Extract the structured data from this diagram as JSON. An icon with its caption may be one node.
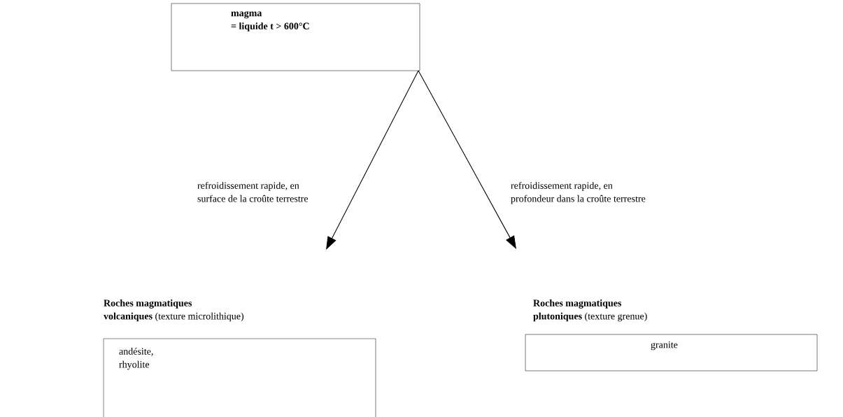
{
  "diagram": {
    "nodes": [
      {
        "text": [
          "magma = liquide t > 600°C"
        ]
      },
      {
        "text": [
          "**Roches magmatiques volcaniques** (texture microlithique)",
          "andésite, rhyolite"
        ]
      },
      {
        "text": [
          "**Roches magmatiques plutoniques** (texture grenue)",
          "granite"
        ]
      }
    ],
    "edges": [
      {
        "from": 0,
        "to": 1,
        "arrow": "to",
        "label": "refroidissement rapide, en surface de la croûte terrestre"
      },
      {
        "from": 0,
        "to": 2,
        "arrow": "to",
        "label": "refroidissement rapide, en profondeur dans la croûte terrestre"
      }
    ]
  }
}
